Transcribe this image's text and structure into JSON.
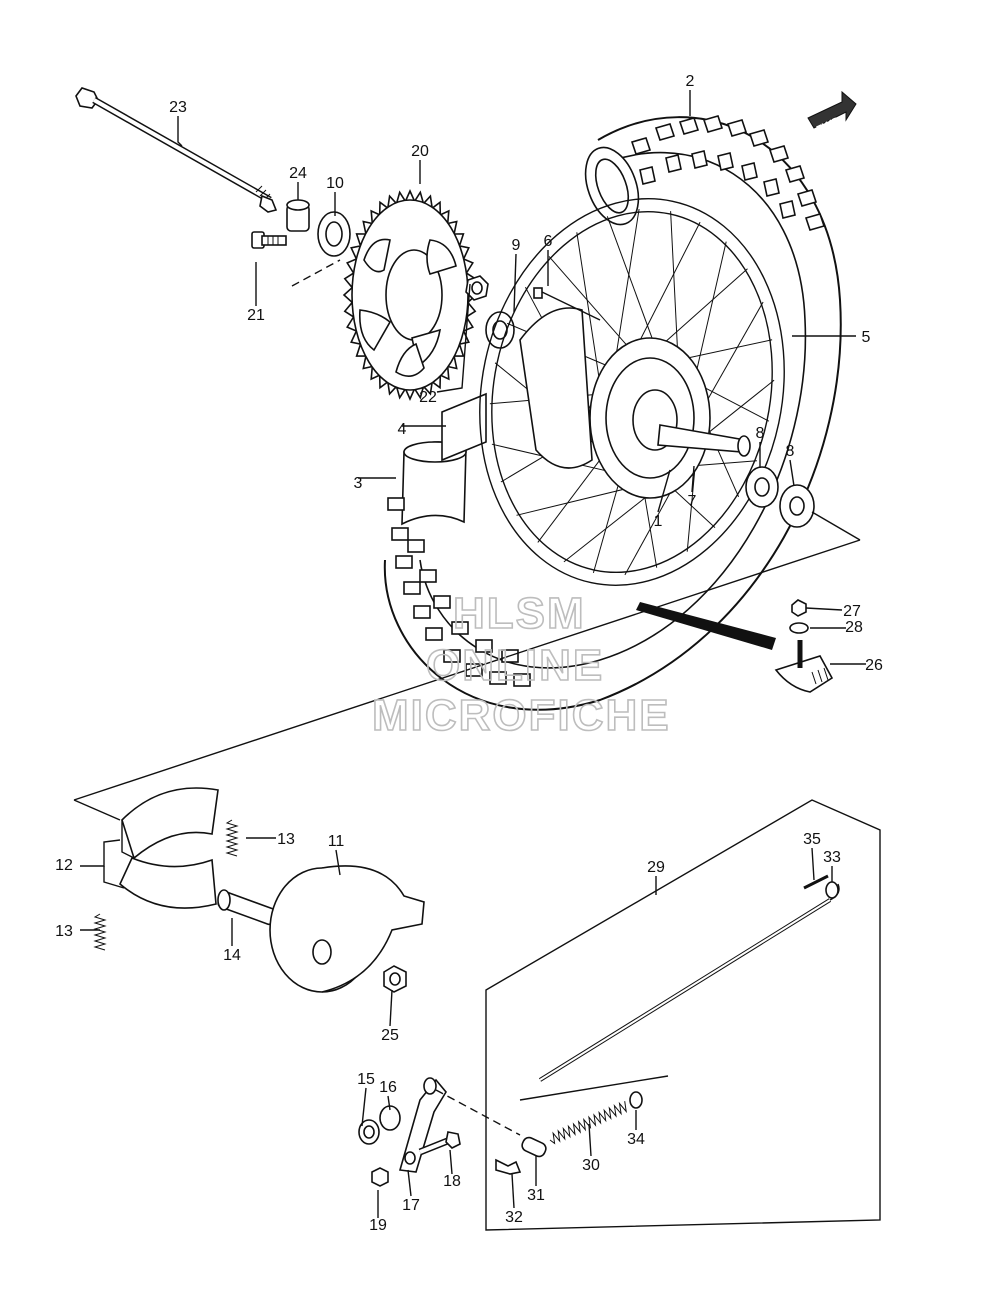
{
  "diagram": {
    "fwd_label": "FWD",
    "watermark": [
      "HLSM",
      "ONLINE",
      "MICROFICHE"
    ],
    "callouts": [
      {
        "id": "c1",
        "text": "1"
      },
      {
        "id": "c2",
        "text": "2"
      },
      {
        "id": "c3",
        "text": "3"
      },
      {
        "id": "c4",
        "text": "4"
      },
      {
        "id": "c5",
        "text": "5"
      },
      {
        "id": "c6",
        "text": "6"
      },
      {
        "id": "c7",
        "text": "7"
      },
      {
        "id": "c8a",
        "text": "8"
      },
      {
        "id": "c8b",
        "text": "8"
      },
      {
        "id": "c9",
        "text": "9"
      },
      {
        "id": "c10",
        "text": "10"
      },
      {
        "id": "c11",
        "text": "11"
      },
      {
        "id": "c12",
        "text": "12"
      },
      {
        "id": "c13a",
        "text": "13"
      },
      {
        "id": "c13b",
        "text": "13"
      },
      {
        "id": "c14",
        "text": "14"
      },
      {
        "id": "c15",
        "text": "15"
      },
      {
        "id": "c16",
        "text": "16"
      },
      {
        "id": "c17",
        "text": "17"
      },
      {
        "id": "c18",
        "text": "18"
      },
      {
        "id": "c19",
        "text": "19"
      },
      {
        "id": "c20",
        "text": "20"
      },
      {
        "id": "c21",
        "text": "21"
      },
      {
        "id": "c22",
        "text": "22"
      },
      {
        "id": "c23",
        "text": "23"
      },
      {
        "id": "c24",
        "text": "24"
      },
      {
        "id": "c25",
        "text": "25"
      },
      {
        "id": "c26",
        "text": "26"
      },
      {
        "id": "c27",
        "text": "27"
      },
      {
        "id": "c28",
        "text": "28"
      },
      {
        "id": "c29",
        "text": "29"
      },
      {
        "id": "c30",
        "text": "30"
      },
      {
        "id": "c31",
        "text": "31"
      },
      {
        "id": "c32",
        "text": "32"
      },
      {
        "id": "c33",
        "text": "33"
      },
      {
        "id": "c34",
        "text": "34"
      },
      {
        "id": "c35",
        "text": "35"
      }
    ]
  }
}
